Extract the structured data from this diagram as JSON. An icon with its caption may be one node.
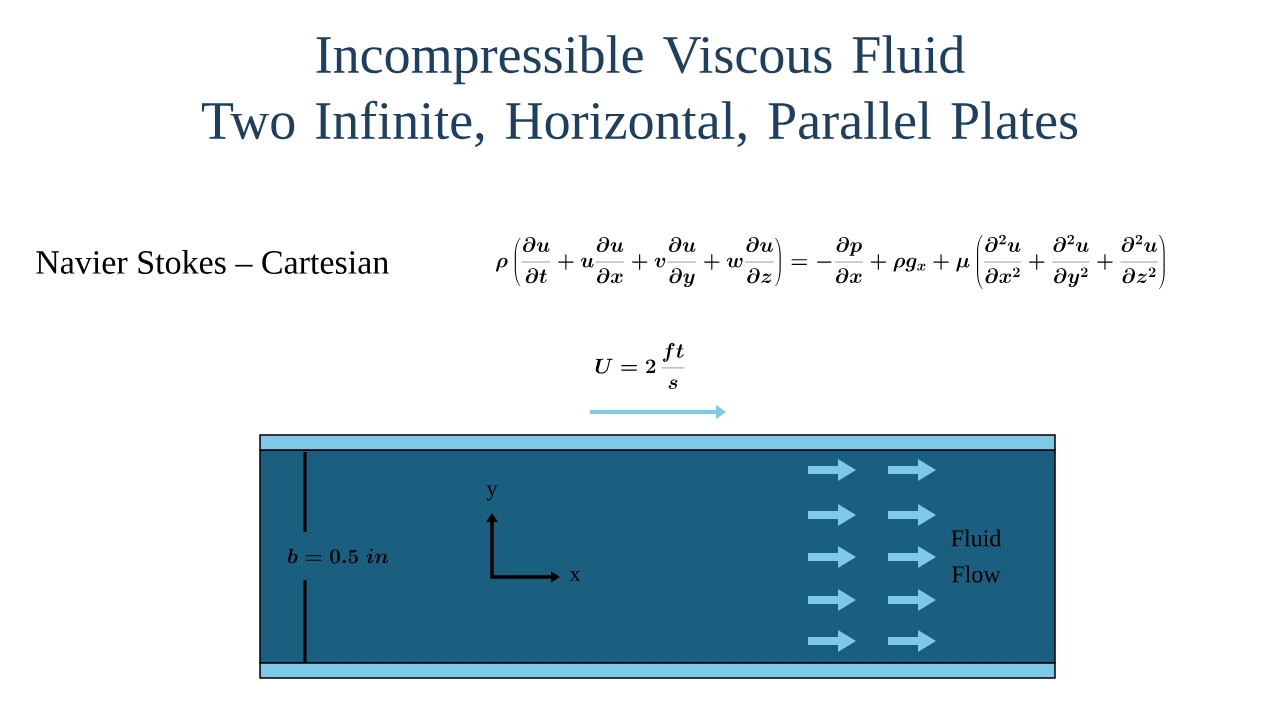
{
  "diagram": {
    "title": "Incompressible Viscous Fluid Two Infinite, Horizontal, Parallel Plates",
    "labels": [
      "Navier Stokes – Cartesian",
      "\\rho\\left(\\frac{\\partial u}{\\partial t}+u\\frac{\\partial u}{\\partial x}+v\\frac{\\partial u}{\\partial y}+w\\frac{\\partial u}{\\partial z}\\right)=-\\frac{\\partial p}{\\partial x}+\\rho g_x+\\mu\\left(\\frac{\\partial^2 u}{\\partial x^2}+\\frac{\\partial^2 u}{\\partial y^2}+\\frac{\\partial^2 u}{\\partial z^2}\\right)",
      "U=2\\,\\frac{ft}{s}",
      "b=0.5\\;in",
      "y",
      "x",
      "Fluid Flow"
    ]
  }
}
